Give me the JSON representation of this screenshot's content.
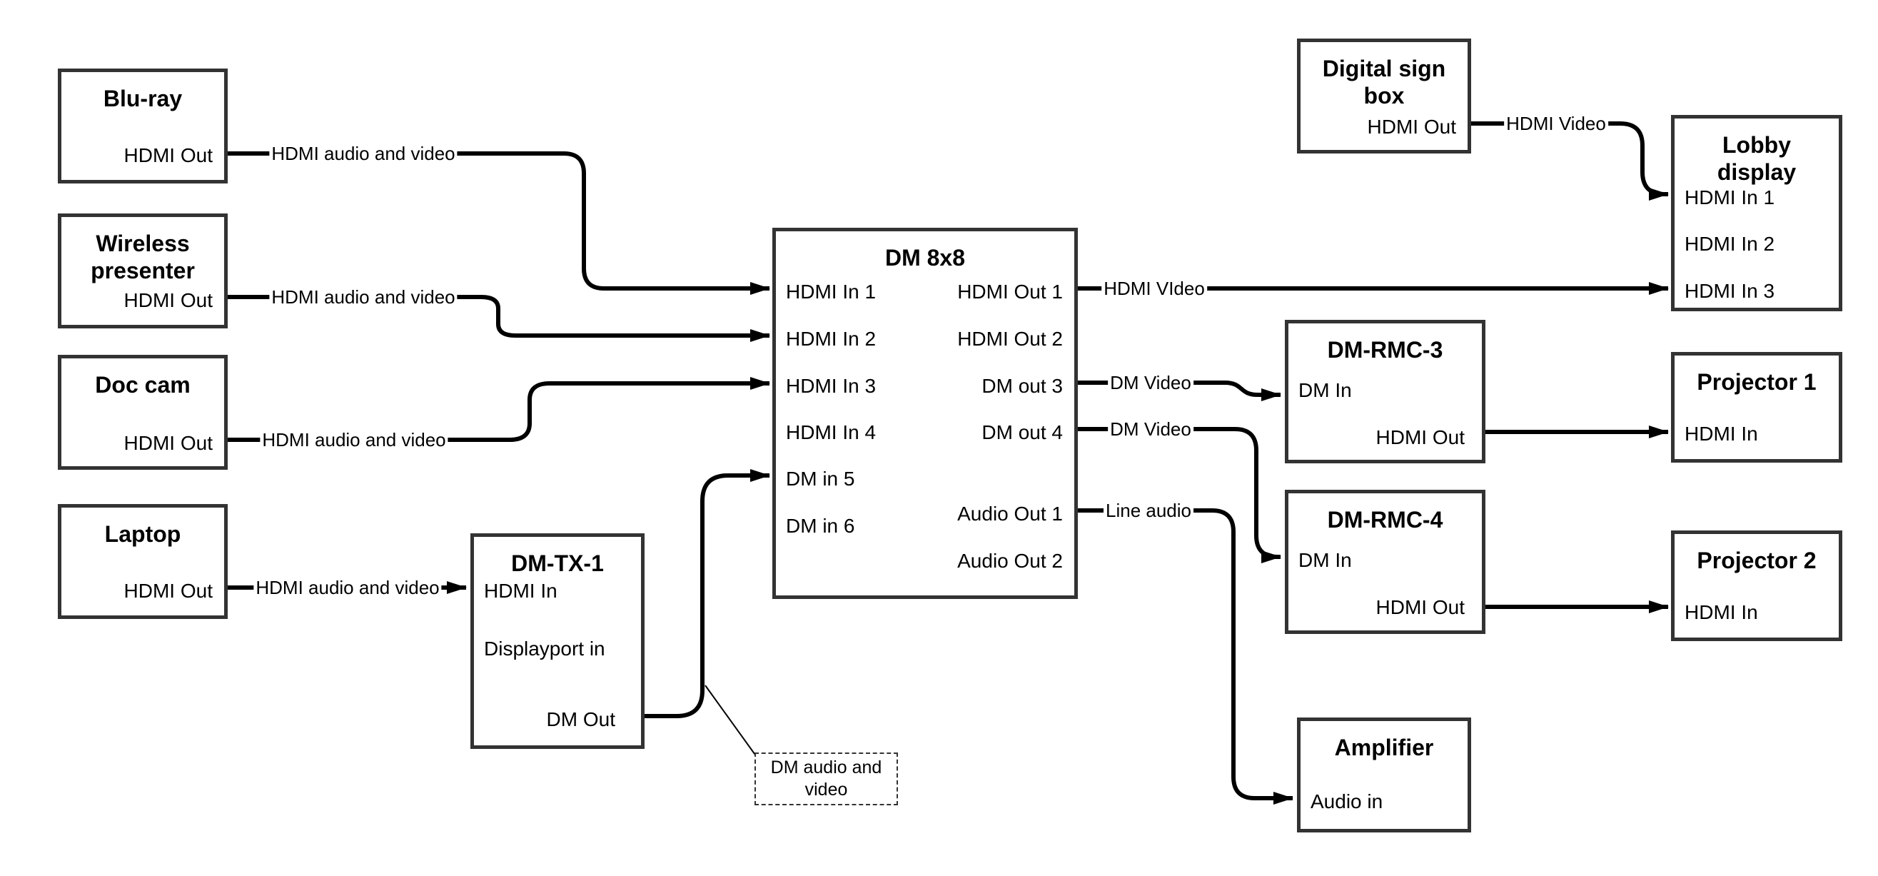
{
  "colors": {
    "background": "#ffffff",
    "box_border": "#333333",
    "connector": "#000000",
    "text": "#000000"
  },
  "boxes": {
    "blu_ray": {
      "title": "Blu-ray",
      "ports": [
        {
          "label": "HDMI Out"
        }
      ]
    },
    "wireless_presenter": {
      "title": "Wireless presenter",
      "ports": [
        {
          "label": "HDMI Out"
        }
      ]
    },
    "doc_cam": {
      "title": "Doc cam",
      "ports": [
        {
          "label": "HDMI Out"
        }
      ]
    },
    "laptop": {
      "title": "Laptop",
      "ports": [
        {
          "label": "HDMI Out"
        }
      ]
    },
    "dm_tx_1": {
      "title": "DM-TX-1",
      "ports": [
        {
          "label": "HDMI In"
        },
        {
          "label": "Displayport in"
        },
        {
          "label": "DM Out"
        }
      ]
    },
    "dm_8x8": {
      "title": "DM 8x8",
      "input_ports": [
        {
          "label": "HDMI In 1"
        },
        {
          "label": "HDMI In 2"
        },
        {
          "label": "HDMI In 3"
        },
        {
          "label": "HDMI In 4"
        },
        {
          "label": "DM in 5"
        },
        {
          "label": "DM in 6"
        }
      ],
      "output_ports": [
        {
          "label": "HDMI Out 1"
        },
        {
          "label": "HDMI Out 2"
        },
        {
          "label": "DM out 3"
        },
        {
          "label": "DM out 4"
        },
        {
          "label": "Audio Out 1"
        },
        {
          "label": "Audio Out 2"
        }
      ]
    },
    "digital_sign_box": {
      "title": "Digital sign box",
      "ports": [
        {
          "label": "HDMI Out"
        }
      ]
    },
    "lobby_display": {
      "title": "Lobby display",
      "ports": [
        {
          "label": "HDMI In 1"
        },
        {
          "label": "HDMI In 2"
        },
        {
          "label": "HDMI In 3"
        }
      ]
    },
    "dm_rmc_3": {
      "title": "DM-RMC-3",
      "ports": [
        {
          "label": "DM In"
        },
        {
          "label": "HDMI Out"
        }
      ]
    },
    "dm_rmc_4": {
      "title": "DM-RMC-4",
      "ports": [
        {
          "label": "DM In"
        },
        {
          "label": "HDMI Out"
        }
      ]
    },
    "projector_1": {
      "title": "Projector 1",
      "ports": [
        {
          "label": "HDMI In"
        }
      ]
    },
    "projector_2": {
      "title": "Projector 2",
      "ports": [
        {
          "label": "HDMI In"
        }
      ]
    },
    "amplifier": {
      "title": "Amplifier",
      "ports": [
        {
          "label": "Audio in"
        }
      ]
    }
  },
  "connections": [
    {
      "from": "Blu-ray HDMI Out",
      "to": "DM 8x8 HDMI In 1",
      "label": "HDMI audio and video"
    },
    {
      "from": "Wireless presenter HDMI Out",
      "to": "DM 8x8 HDMI In 2",
      "label": "HDMI audio and video"
    },
    {
      "from": "Doc cam HDMI Out",
      "to": "DM 8x8 HDMI In 3",
      "label": "HDMI audio and video"
    },
    {
      "from": "Laptop HDMI Out",
      "to": "DM-TX-1 HDMI In",
      "label": "HDMI audio and video"
    },
    {
      "from": "DM-TX-1 DM Out",
      "to": "DM 8x8 DM in 5",
      "label": ""
    },
    {
      "from": "DM 8x8 HDMI Out 1",
      "to": "Lobby display HDMI In 3",
      "label": "HDMI VIdeo"
    },
    {
      "from": "Digital sign box HDMI Out",
      "to": "Lobby display HDMI In 1",
      "label": "HDMI Video"
    },
    {
      "from": "DM 8x8 DM out 3",
      "to": "DM-RMC-3 DM In",
      "label": "DM Video"
    },
    {
      "from": "DM 8x8 DM out 4",
      "to": "DM-RMC-4 DM In",
      "label": "DM Video"
    },
    {
      "from": "DM 8x8 Audio Out 1",
      "to": "Amplifier Audio in",
      "label": "Line audio"
    },
    {
      "from": "DM-RMC-3 HDMI Out",
      "to": "Projector 1 HDMI In",
      "label": ""
    },
    {
      "from": "DM-RMC-4 HDMI Out",
      "to": "Projector 2 HDMI In",
      "label": ""
    }
  ],
  "note": {
    "text": "DM audio and video"
  }
}
